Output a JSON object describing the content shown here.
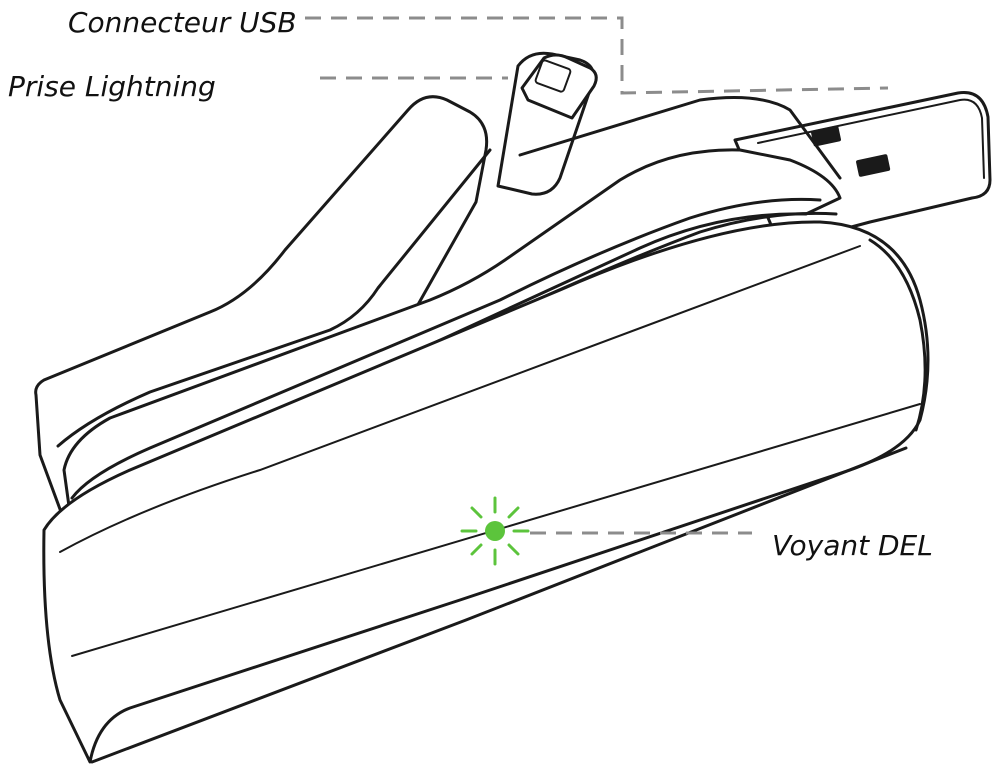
{
  "labels": {
    "usb_connector": "Connecteur USB",
    "lightning_plug": "Prise Lightning",
    "led_indicator": "Voyant DEL"
  },
  "colors": {
    "outline": "#1a1a1a",
    "leader": "#8c8c8c",
    "led": "#5cc43c",
    "label_text": "#111111",
    "background": "#ffffff"
  },
  "icons": {
    "led": "led-light-icon"
  }
}
